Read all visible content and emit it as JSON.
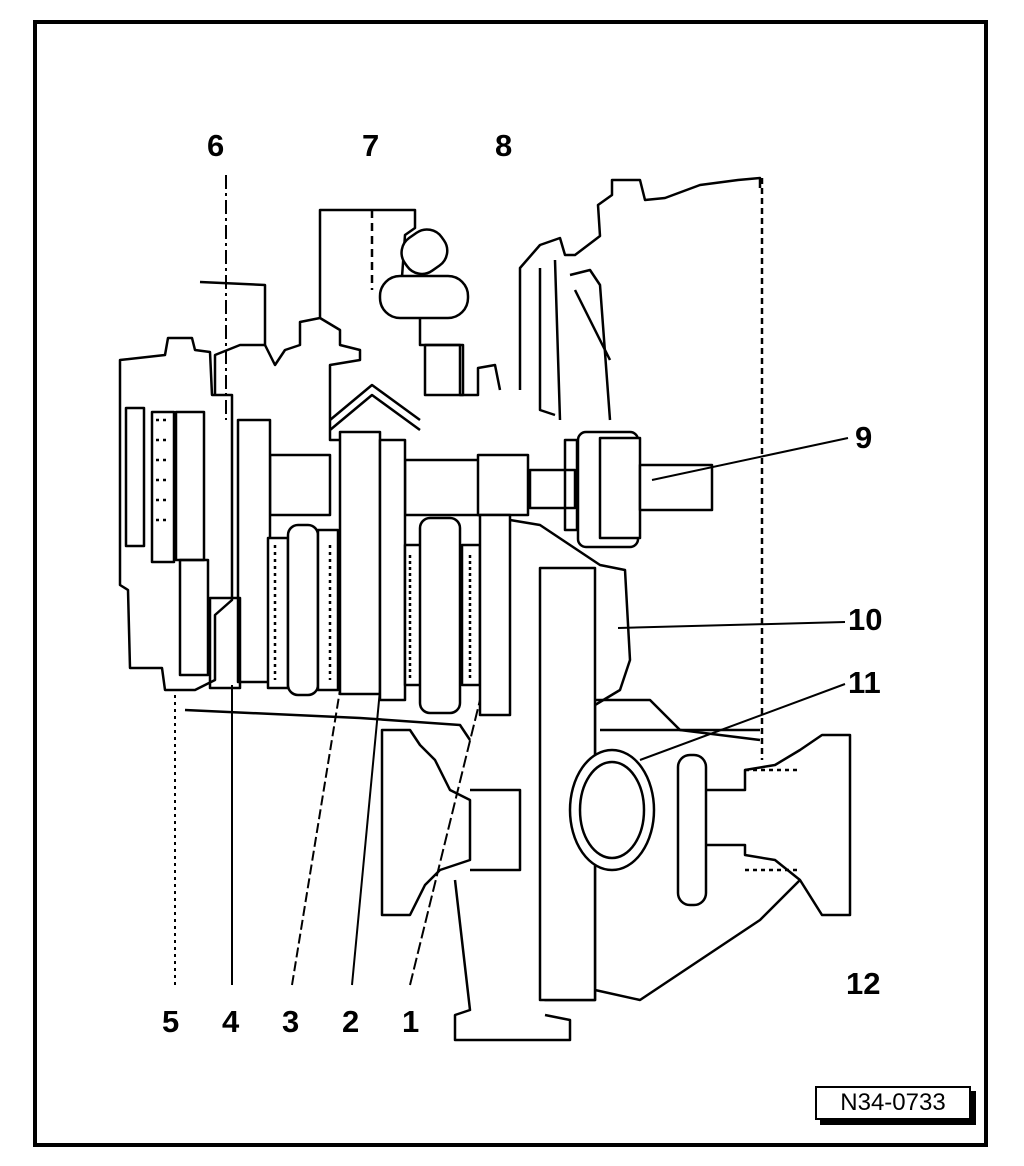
{
  "diagram": {
    "callouts": [
      {
        "id": "c1",
        "label": "1"
      },
      {
        "id": "c2",
        "label": "2"
      },
      {
        "id": "c3",
        "label": "3"
      },
      {
        "id": "c4",
        "label": "4"
      },
      {
        "id": "c5",
        "label": "5"
      },
      {
        "id": "c6",
        "label": "6"
      },
      {
        "id": "c7",
        "label": "7"
      },
      {
        "id": "c8",
        "label": "8"
      },
      {
        "id": "c9",
        "label": "9"
      },
      {
        "id": "c10",
        "label": "10"
      },
      {
        "id": "c11",
        "label": "11"
      },
      {
        "id": "c12",
        "label": "12"
      }
    ],
    "figure_id": "N34-0733",
    "colors": {
      "line": "#000000",
      "background": "#ffffff"
    }
  }
}
